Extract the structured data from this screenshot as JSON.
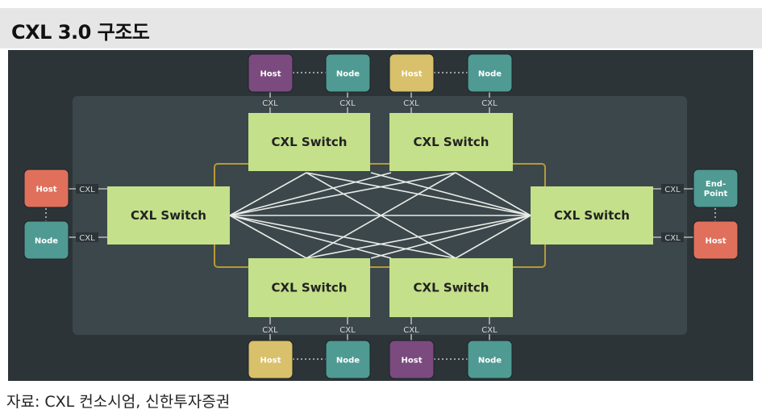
{
  "title": "CXL 3.0 구조도",
  "source": "자료: CXL 컨소시엄, 신한투자증권",
  "labels": {
    "host": "Host",
    "node": "Node",
    "endpoint_line1": "End-",
    "endpoint_line2": "Point",
    "cxl": "CXL",
    "switch": "CXL Switch"
  },
  "colors": {
    "background": "#2c3438",
    "inner_panel": "#3c474b",
    "switch_fill": "#c4e08a",
    "fabric_frame": "#b59a35",
    "host_purple": "#7b4a7f",
    "host_yellow": "#d9c06a",
    "host_coral": "#e0705b",
    "node_teal": "#4f9a92"
  }
}
